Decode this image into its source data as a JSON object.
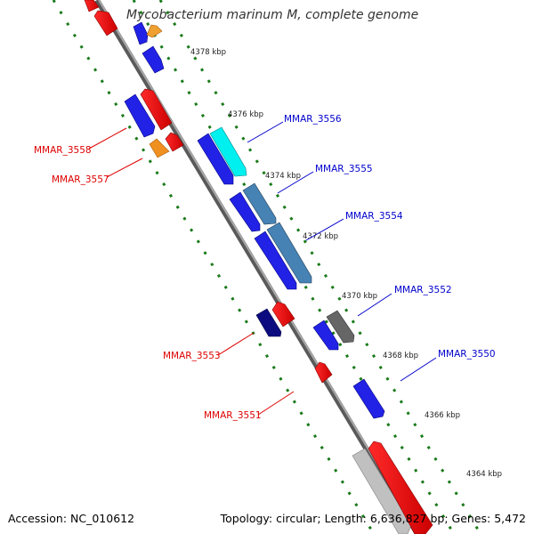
{
  "title": "Mycobacterium marinum M, complete genome",
  "footer": {
    "accession": "Accession: NC_010612",
    "summary": "Topology: circular; Length: 6,636,827 bp; Genes: 5,472"
  },
  "colors": {
    "backbone": "#808080",
    "ticks": "#1a7a1a",
    "forward_label": "#0000cc",
    "reverse_label": "#dd0000"
  },
  "scale_labels": [
    "4378 kbp",
    "4376 kbp",
    "4374 kbp",
    "4372 kbp",
    "4370 kbp",
    "4368 kbp",
    "4366 kbp",
    "4364 kbp"
  ],
  "gene_labels": {
    "forward": [
      "MMAR_3556",
      "MMAR_3555",
      "MMAR_3554",
      "MMAR_3552",
      "MMAR_3550"
    ],
    "reverse": [
      "MMAR_3558",
      "MMAR_3557",
      "MMAR_3553",
      "MMAR_3551"
    ]
  }
}
